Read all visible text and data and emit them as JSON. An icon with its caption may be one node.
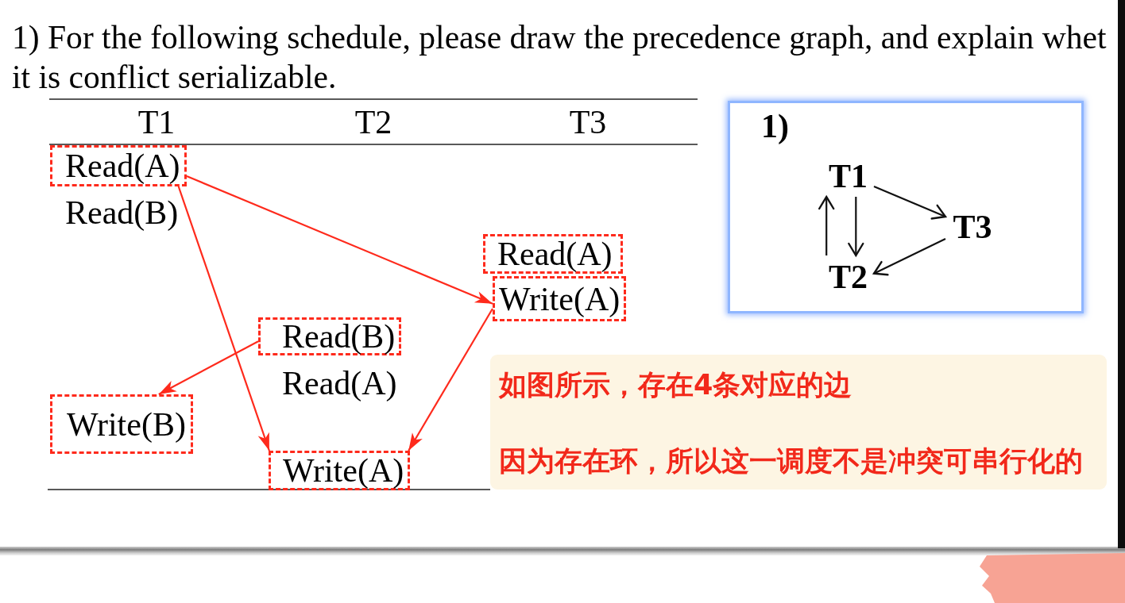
{
  "diagram": {
    "title": "1) For the following schedule, please draw the precedence graph, and explain whet it is conflict serializable.",
    "nodes": [
      {
        "text": [
          "Read(A)"
        ]
      },
      {
        "text": [
          "Read(A)"
        ]
      },
      {
        "text": [
          "Write(A)"
        ]
      },
      {
        "text": [
          "Read(B)"
        ]
      },
      {
        "text": [
          "Write(B)"
        ]
      },
      {
        "text": [
          "Write(A)"
        ]
      },
      {
        "text": [
          "1)"
        ]
      },
      {
        "text": [
          "T1"
        ],
        "in": 6
      },
      {
        "text": [
          "T3"
        ],
        "in": 6
      },
      {
        "text": [
          "T2"
        ],
        "in": 6
      },
      {
        "text": [
          "如图所示，存在4条对应的边",
          "因为存在环，所以这一调度不是冲突可串行化的"
        ]
      }
    ],
    "edges": [
      {
        "from": 0,
        "to": 2,
        "arrow": "to",
        "color": "#fe2a1c"
      },
      {
        "from": 0,
        "to": 5,
        "arrow": "to",
        "color": "#fe2a1c"
      },
      {
        "from": 3,
        "to": 4,
        "arrow": "to",
        "color": "#fe2a1c"
      },
      {
        "from": 2,
        "to": 5,
        "arrow": "to",
        "color": "#fe2a1c"
      },
      {
        "from": 7,
        "to": 8,
        "arrow": "to",
        "color": "#111111"
      },
      {
        "from": 7,
        "to": 9,
        "arrow": "to",
        "color": "#111111"
      },
      {
        "from": 9,
        "to": 7,
        "arrow": "to",
        "color": "#111111"
      },
      {
        "from": 8,
        "to": 9,
        "arrow": "to",
        "color": "#111111"
      }
    ],
    "labels": [
      "T1",
      "T2",
      "T3",
      "Read(B)",
      "Read(A)"
    ]
  }
}
